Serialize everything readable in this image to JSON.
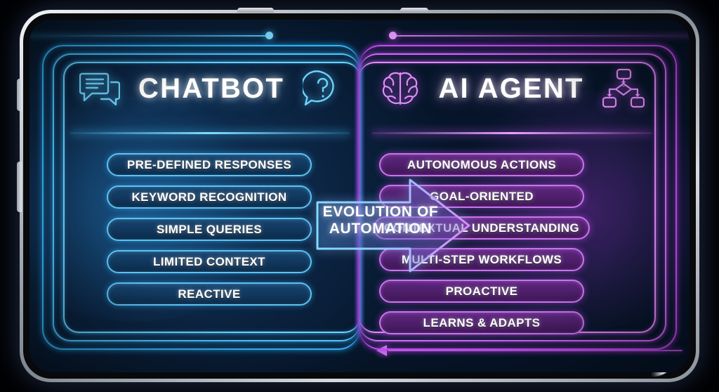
{
  "device": {
    "name": "tablet-device",
    "bezel_color": "#c3c9d0",
    "screen_bg": "#0b2340"
  },
  "infographic": {
    "center_arrow": {
      "label_line1": "EVOLUTION OF",
      "label_line2": "AUTOMATION",
      "direction": "right",
      "icon": "right-arrow"
    },
    "feedback_arrow": {
      "direction": "left",
      "color": "#cf6bf4",
      "icon": "left-arrow"
    },
    "left_panel": {
      "title": "CHATBOT",
      "accent": "#5cc3f2",
      "icon_left": "chat-bubbles-icon",
      "icon_right": "question-bubble-icon",
      "items": [
        "PRE-DEFINED RESPONSES",
        "KEYWORD RECOGNITION",
        "SIMPLE QUERIES",
        "LIMITED CONTEXT",
        "REACTIVE"
      ]
    },
    "right_panel": {
      "title": "AI AGENT",
      "accent": "#cb72f0",
      "icon_left": "brain-icon",
      "icon_right": "workflow-diagram-icon",
      "items": [
        "AUTONOMOUS ACTIONS",
        "GOAL-ORIENTED",
        "CONTEXTUAL UNDERSTANDING",
        "MULTI-STEP WORKFLOWS",
        "PROACTIVE",
        "LEARNS & ADAPTS"
      ]
    }
  }
}
